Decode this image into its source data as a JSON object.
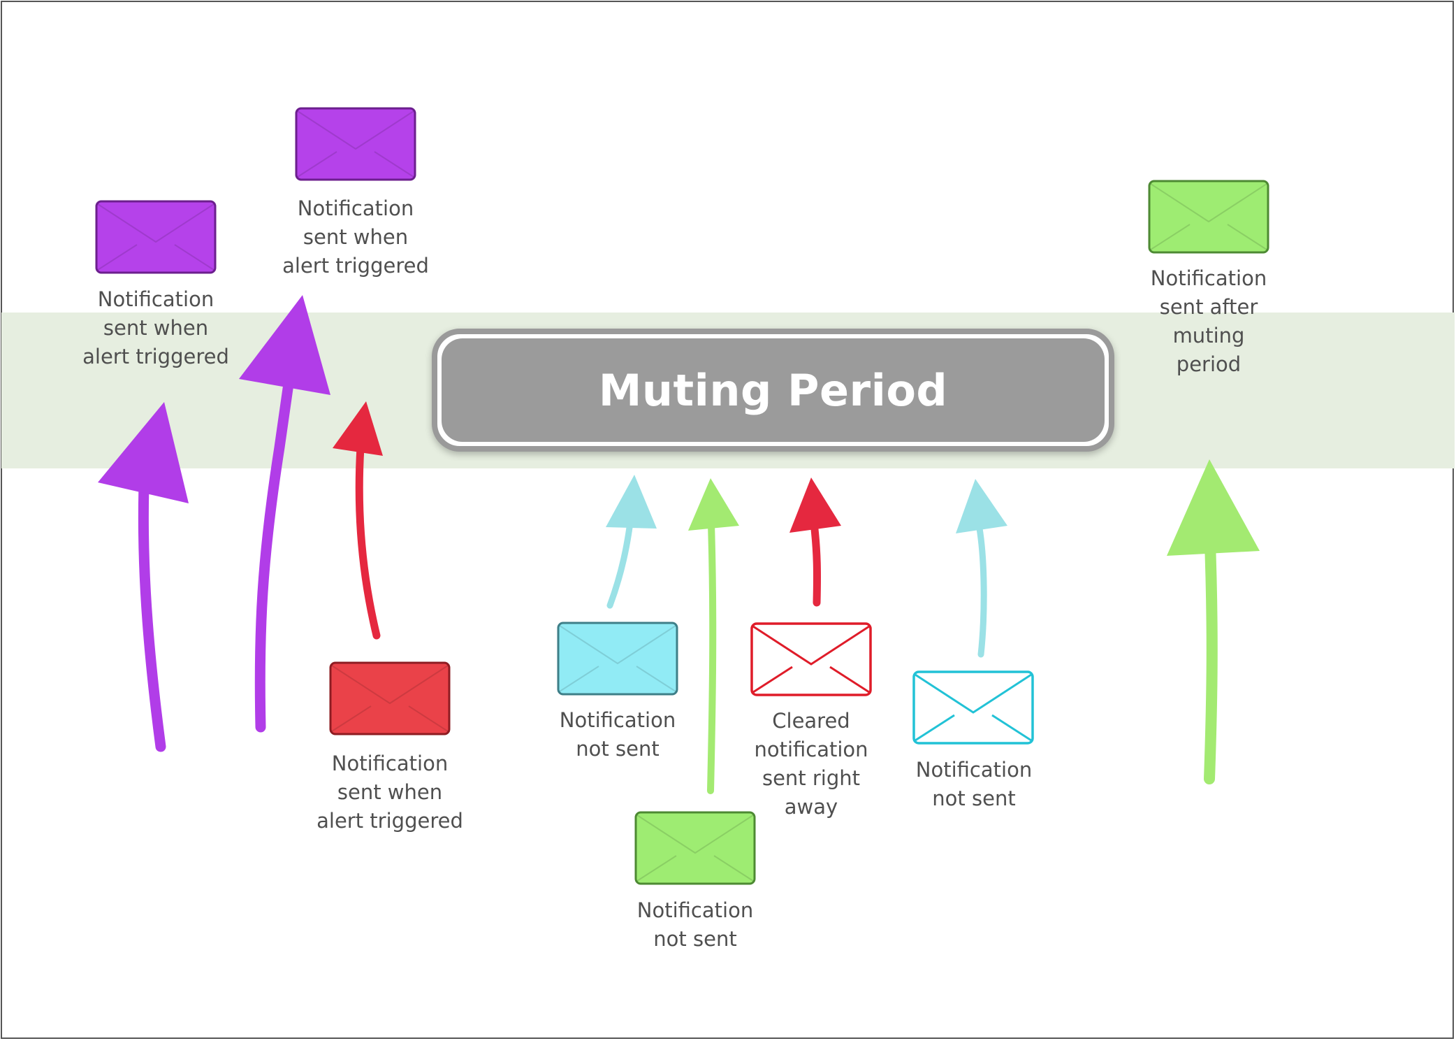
{
  "diagram": {
    "band_color": "#e6eee0",
    "muting_period": {
      "label": "Muting Period",
      "fill": "#9b9b9b"
    },
    "colors": {
      "purple": "#b13de8",
      "red": "#e5283f",
      "cyan": "#9be1e6",
      "green": "#a3ea71"
    },
    "envelopes": [
      {
        "id": "purple-1",
        "style": "filled",
        "fill": "#b542ea",
        "stroke": "#6c1f8e",
        "label": "Notification\nsent when\nalert triggered"
      },
      {
        "id": "purple-2",
        "style": "filled",
        "fill": "#b542ea",
        "stroke": "#6c1f8e",
        "label": "Notification\nsent when\nalert triggered"
      },
      {
        "id": "red-1",
        "style": "filled",
        "fill": "#ea4249",
        "stroke": "#8e1c22",
        "label": "Notification\nsent when\nalert triggered"
      },
      {
        "id": "cyan-1",
        "style": "filled",
        "fill": "#91ebf5",
        "stroke": "#3e7f88",
        "label": "Notification\nnot sent"
      },
      {
        "id": "green-1",
        "style": "filled",
        "fill": "#9eec72",
        "stroke": "#4d8a33",
        "label": "Notification\nnot sent"
      },
      {
        "id": "red-outline",
        "style": "outline",
        "fill": "#ffffff",
        "stroke": "#df1c29",
        "label": "Cleared\nnotification\nsent right\naway"
      },
      {
        "id": "cyan-outline",
        "style": "outline",
        "fill": "#ffffff",
        "stroke": "#22c2d6",
        "label": "Notification\nnot sent"
      },
      {
        "id": "green-2",
        "style": "filled",
        "fill": "#9eec72",
        "stroke": "#4d8a33",
        "label": "Notification\nsent after\nmuting\nperiod"
      }
    ]
  }
}
